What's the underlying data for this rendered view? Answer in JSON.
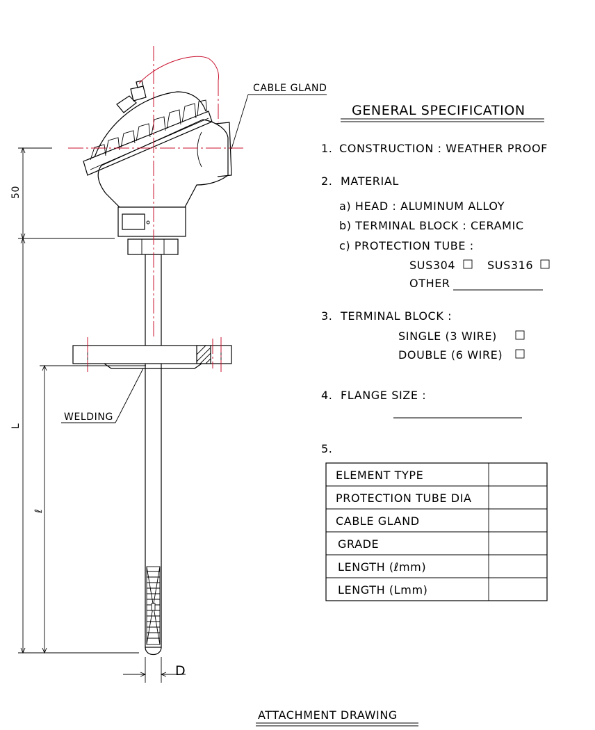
{
  "drawing": {
    "callouts": {
      "cable_gland": "CABLE GLAND",
      "welding": "WELDING"
    },
    "dimensions": {
      "head_height": "50",
      "overall_length": "L",
      "insertion_length": "ℓ",
      "diameter": "D"
    },
    "caption": "ATTACHMENT DRAWING"
  },
  "spec": {
    "title": "GENERAL SPECIFICATION",
    "item1": {
      "num": "1.",
      "text": "CONSTRUCTION : WEATHER PROOF"
    },
    "item2": {
      "num": "2.",
      "text": "MATERIAL",
      "a": "a) HEAD : ALUMINUM ALLOY",
      "b": "b) TERMINAL BLOCK : CERAMIC",
      "c": "c) PROTECTION TUBE :",
      "opt1": "SUS304",
      "opt2": "SUS316",
      "other": "OTHER"
    },
    "item3": {
      "num": "3.",
      "text": "TERMINAL BLOCK :",
      "single": "SINGLE  (3 WIRE)",
      "double": "DOUBLE (6 WIRE)"
    },
    "item4": {
      "num": "4.",
      "text": "FLANGE SIZE :"
    },
    "item5": {
      "num": "5."
    }
  },
  "table": {
    "rows": [
      {
        "label": "ELEMENT TYPE",
        "value": ""
      },
      {
        "label": "PROTECTION TUBE DIA",
        "value": ""
      },
      {
        "label": "CABLE GLAND",
        "value": ""
      },
      {
        "label": "GRADE",
        "value": ""
      },
      {
        "label": "LENGTH   (ℓmm)",
        "value": ""
      },
      {
        "label": "LENGTH   (Lmm)",
        "value": ""
      }
    ]
  },
  "colors": {
    "centerline": "#c8102e",
    "ink": "#000000"
  }
}
